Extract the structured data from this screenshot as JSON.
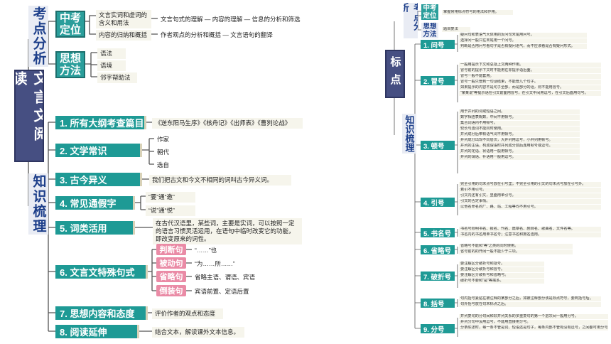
{
  "left": {
    "root": "文言文阅读",
    "section1": "考点分析",
    "section2": "知识梳理",
    "zhongkao": "中考定位",
    "sixiang": "思想方法",
    "pos1": "文言实词和虚词的含义和用法",
    "pos1_chain": "文言句式的理解 — 内容的理解 — 信息的分析和筛选",
    "pos2": "内容的归纳和概括",
    "pos2_chain": "作者观点的分析和概括 — 文言语句的翻译",
    "methods": [
      "语法",
      "语境",
      "邻字帮助法"
    ],
    "items": [
      "1. 所有大纲考查篇目",
      "2. 文学常识",
      "3. 古今异义",
      "4. 常见通假字",
      "5. 词类活用",
      "6. 文言文特殊句式",
      "7. 思想内容和态度",
      "8. 阅读延伸"
    ],
    "i1_text": "《送东阳马生序》《核舟记》《出师表》《曹刿论战》",
    "i2_subs": [
      "作家",
      "朝代",
      "选自"
    ],
    "i3_text": "我们把古文和今文不相同的词叫古今异义词。",
    "i4_subs": [
      "“要”通“邀”",
      "“说”通“悦”"
    ],
    "i5_text": "在古代汉语里，某些词，主要是实词，可以按照一定的语言习惯灵活运用，在语句中临时改变它的功能，即改变原来的词性。",
    "i6_types": [
      "判断句",
      "被动句",
      "省略句",
      "倒装句"
    ],
    "i6_texts": [
      "“……”也",
      "“为……所……”",
      "省略主语、谓语、宾语",
      "宾语前置、定语后置"
    ],
    "i7_text": "评价作者的观点和态度",
    "i8_text": "结合文本，解读课外文本信息。"
  },
  "right": {
    "root": "标点",
    "section1": "考点分析",
    "section2": "知识梳理",
    "zhongkao": "中考定位",
    "sixiang": "思想方法",
    "zhongkao_text": "掌握常用标点符号的用法和作用。",
    "sixiang_text": "题目复法",
    "items": [
      "1. 问号",
      "2. 冒号",
      "3. 顿号",
      "4. 引号",
      "5. 书名号",
      "6. 省略号",
      "7. 破折号",
      "8. 括号",
      "9. 分号"
    ],
    "wenhao": [
      "疑问句和表语气大体用的反问句末尾用问号。",
      "选择问一般只在末尾用一个问号。",
      "判断是否用问号看句子是否有疑问语气，而不应该看是否有疑问形式。"
    ],
    "maohao": [
      "一般用提示下文和总括上文两种作用。",
      "冒号前的提示下文时不能用在非提示语后面。",
      "冒号一般不能套用。",
      "冒号一般只管到一句话结束，不能管几个句子。",
      "如果提示的内容不是句子全部，而是部分的话，则不能用冒号。",
      "“某某说”等提示语在引文前面用冒号，在引文中间用逗号，在引文后面用句号。"
    ],
    "dunhao": [
      "用于并列的词或短语之间。",
      "数字相连表概数，中间不用顿号。",
      "集合词语内不用顿号。",
      "较长与连词不能同时使用。",
      "并列成分后带有语气词不用顿号。",
      "并列成分出现不同层次，大并列用逗号，小并列用顿号。",
      "并列的主语，构成谓语时并列成分前后连用顿号或逗号。",
      "并列的定语、状语用一般用顿号。",
      "并列的谓语、补语用一般用逗号。"
    ],
    "yinhao": [
      "完全引用的句末点号放在引号里；不完全引用的引文的句末点号放在引号外。",
      "着引不用引号。",
      "引文内还有引文，里面用单引号。",
      "引文的否定事情。",
      "以他名命名的厂、路、站、工程等均不用引号。"
    ],
    "shuminghao": [
      "书名号标明书名、报名、刊名、篇章名、剧目名、歌曲名、文件名等。",
      "书名内的书名用单书名号；注意书名和篇名连用。"
    ],
    "shenglve": [
      "省略号不能和“等”之类的同时使用。",
      "省号前的的开阔一般不能少于三项。"
    ],
    "pozhe": [
      "要注解区分破折号和括号。",
      "要注解区分破折号和冒号。",
      "要注解区分破折号和省略号。",
      "破折号不要和“是”等搭多。"
    ],
    "kuohao": [
      "句内括号紧贴在被注释的某部分之后，如被注释部分该是标点符号，要到括号后。",
      "句外括号放在句末标点之后。"
    ],
    "fenhao": [
      "并列复句的分句间和非并列关系的多重复句的第一个层次间一般用分号。",
      "并列分句中没用逗号，不能用直接用分号。",
      "分条陈述时，每一条不管是词、短语还是句子，每条内部不管有没有逗号，之间都可用分号。"
    ]
  }
}
